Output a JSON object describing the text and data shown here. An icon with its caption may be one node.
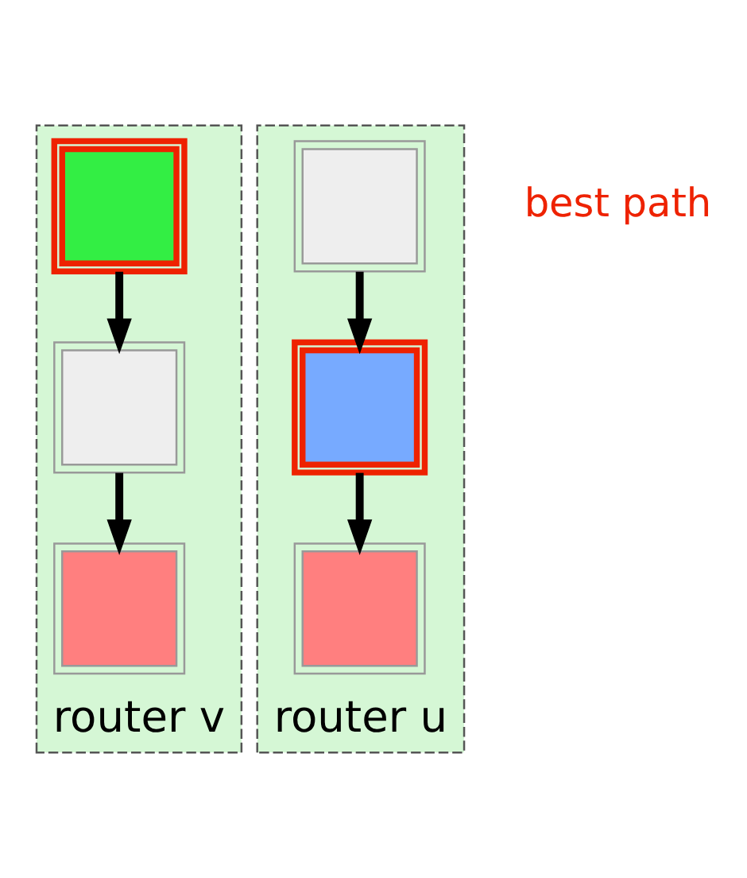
{
  "diagram": {
    "nodes": [
      {
        "text": [
          "router v"
        ]
      },
      {
        "text": [],
        "shape": "box",
        "in": 0
      },
      {
        "text": [],
        "shape": "box",
        "in": 0
      },
      {
        "text": [],
        "shape": "box",
        "in": 0
      },
      {
        "text": [
          "router u"
        ]
      },
      {
        "text": [],
        "shape": "box",
        "in": 4
      },
      {
        "text": [],
        "shape": "box",
        "in": 4
      },
      {
        "text": [],
        "shape": "box",
        "in": 4
      }
    ],
    "edges": [
      {
        "from": 1,
        "to": 2,
        "arrow": "to"
      },
      {
        "from": 2,
        "to": 3,
        "arrow": "to"
      },
      {
        "from": 5,
        "to": 6,
        "arrow": "to"
      },
      {
        "from": 6,
        "to": 7,
        "arrow": "to"
      }
    ],
    "labels": [
      "best path"
    ]
  }
}
